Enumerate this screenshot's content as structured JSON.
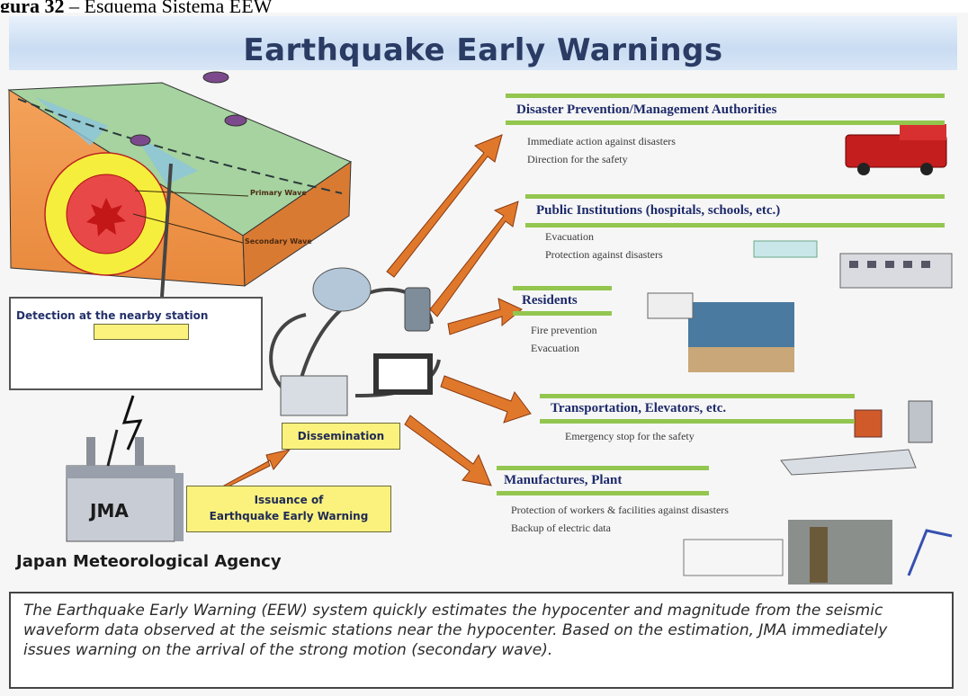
{
  "caption": {
    "prefix": "gura 32",
    "text": " – Esquema Sistema EEW"
  },
  "banner_title": "Earthquake Early Warnings",
  "diagram": {
    "detection_label": "Detection at the nearby station",
    "primary_wave": "Primary Wave",
    "secondary_wave": "Secondary Wave",
    "dissemination_label": "Dissemination",
    "issuance_line1": "Issuance of",
    "issuance_line2": "Earthquake Early Warning",
    "jma_label": "JMA",
    "agency_label": "Japan Meteorological Agency"
  },
  "categories": [
    {
      "title": "Disaster Prevention/Management Authorities",
      "lines": [
        "Immediate action against disasters",
        "Direction for the safety"
      ]
    },
    {
      "title": "Public Institutions (hospitals, schools, etc.)",
      "lines": [
        "Evacuation",
        "Protection against disasters"
      ]
    },
    {
      "title": "Residents",
      "lines": [
        "Fire prevention",
        "Evacuation"
      ]
    },
    {
      "title": "Transportation, Elevators, etc.",
      "lines": [
        "Emergency stop for the safety"
      ]
    },
    {
      "title": "Manufactures, Plant",
      "lines": [
        "Protection of workers & facilities against disasters",
        "Backup of electric data"
      ]
    }
  ],
  "description": "The Earthquake Early Warning (EEW) system quickly estimates the hypocenter and magnitude from the seismic waveform data observed at the seismic stations near the hypocenter.  Based on the estimation, JMA immediately issues warning on the arrival of the strong motion (secondary wave).",
  "colors": {
    "arrow": "#e0782c",
    "green_bar": "#93c64f",
    "label_box": "#fbf27e",
    "banner_text": "#2a3b64"
  }
}
